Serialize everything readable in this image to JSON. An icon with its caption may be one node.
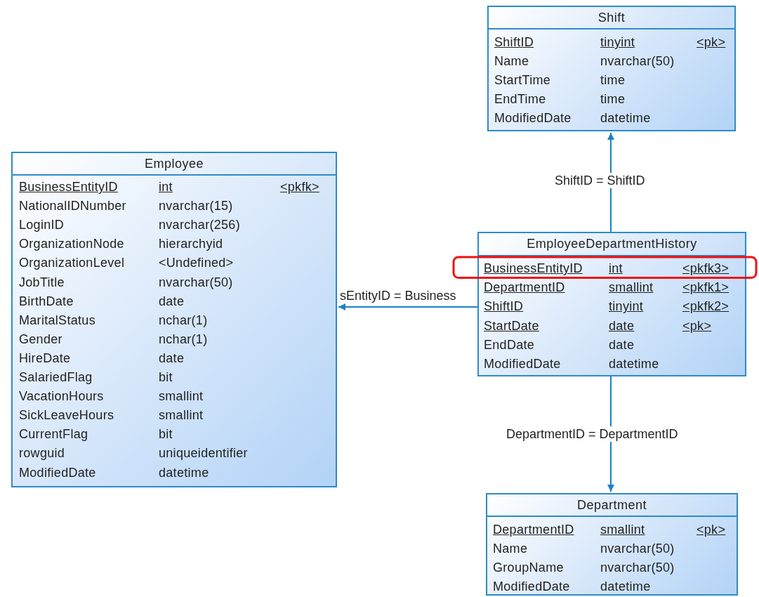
{
  "diagram": {
    "nodes": [
      {
        "text": [
          "Employee",
          "BusinessEntityID",
          "int",
          "<pkfk>",
          "NationalIDNumber",
          "nvarchar(15)",
          "LoginID",
          "nvarchar(256)",
          "OrganizationNode",
          "hierarchyid",
          "OrganizationLevel",
          "<Undefined>",
          "JobTitle",
          "nvarchar(50)",
          "BirthDate",
          "date",
          "MaritalStatus",
          "nchar(1)",
          "Gender",
          "nchar(1)",
          "HireDate",
          "date",
          "SalariedFlag",
          "bit",
          "VacationHours",
          "smallint",
          "SickLeaveHours",
          "smallint",
          "CurrentFlag",
          "bit",
          "rowguid",
          "uniqueidentifier",
          "ModifiedDate",
          "datetime"
        ]
      },
      {
        "text": [
          "Shift",
          "ShiftID",
          "tinyint",
          "<pk>",
          "Name",
          "nvarchar(50)",
          "StartTime",
          "time",
          "EndTime",
          "time",
          "ModifiedDate",
          "datetime"
        ]
      },
      {
        "text": [
          "EmployeeDepartmentHistory",
          "BusinessEntityID",
          "int",
          "<pkfk3>",
          "DepartmentID",
          "smallint",
          "<pkfk1>",
          "ShiftID",
          "tinyint",
          "<pkfk2>",
          "StartDate",
          "date",
          "<pk>",
          "EndDate",
          "date",
          "ModifiedDate",
          "datetime"
        ]
      },
      {
        "text": [
          "Department",
          "DepartmentID",
          "smallint",
          "<pk>",
          "Name",
          "nvarchar(50)",
          "GroupName",
          "nvarchar(50)",
          "ModifiedDate",
          "datetime"
        ]
      }
    ],
    "edges": [
      {
        "from": 2,
        "to": 1,
        "arrow": "to",
        "label": "ShiftID = ShiftID"
      },
      {
        "from": 2,
        "to": 0,
        "arrow": "to",
        "label": "sEntityID = Business"
      },
      {
        "from": 2,
        "to": 3,
        "arrow": "to",
        "label": "DepartmentID = DepartmentID"
      }
    ]
  }
}
